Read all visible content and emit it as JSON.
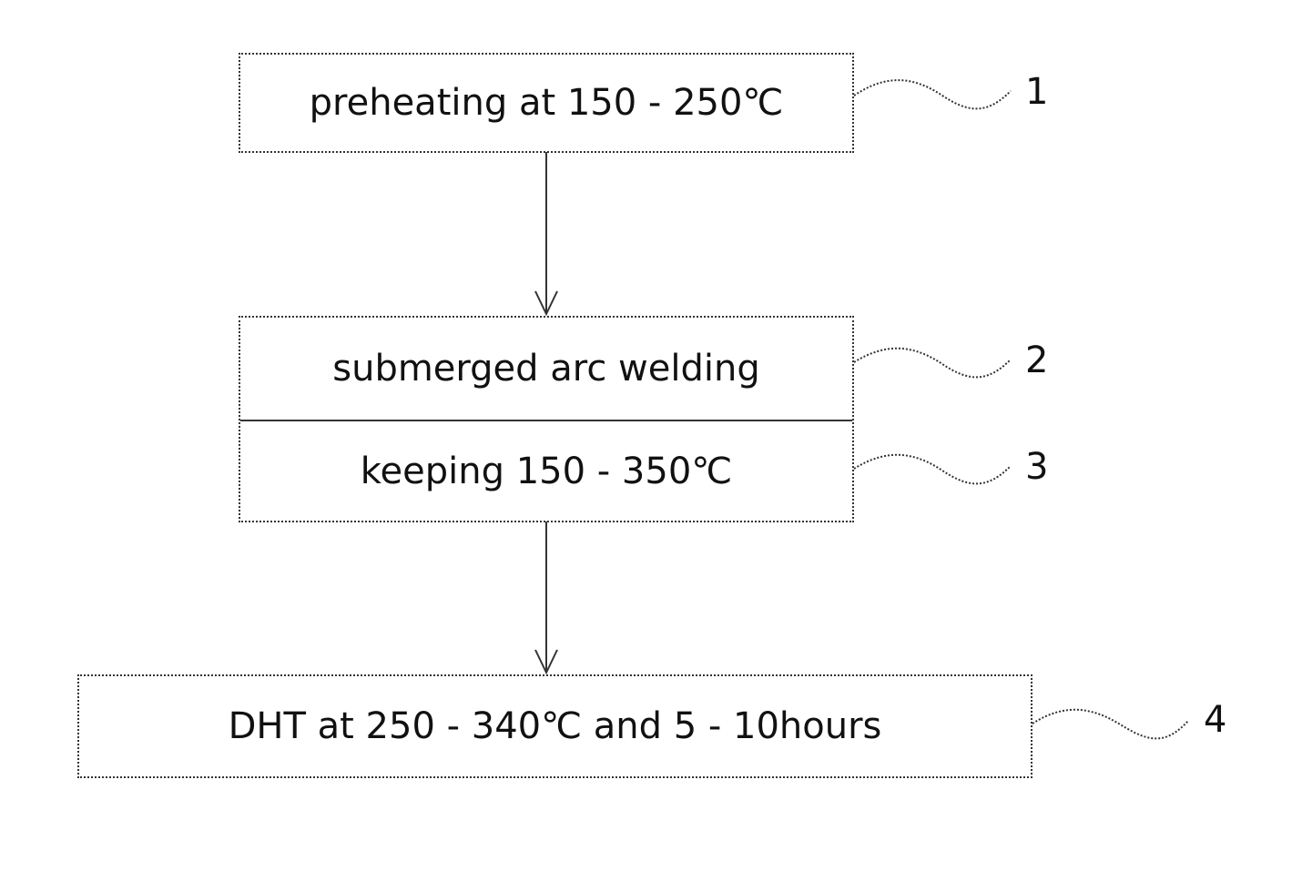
{
  "steps": [
    {
      "ref": "1",
      "label": "preheating at 150 - 250℃"
    },
    {
      "ref": "2",
      "label": "submerged arc welding"
    },
    {
      "ref": "3",
      "label": "keeping 150 - 350℃"
    },
    {
      "ref": "4",
      "label": "DHT at 250 - 340℃ and 5 - 10hours"
    }
  ]
}
